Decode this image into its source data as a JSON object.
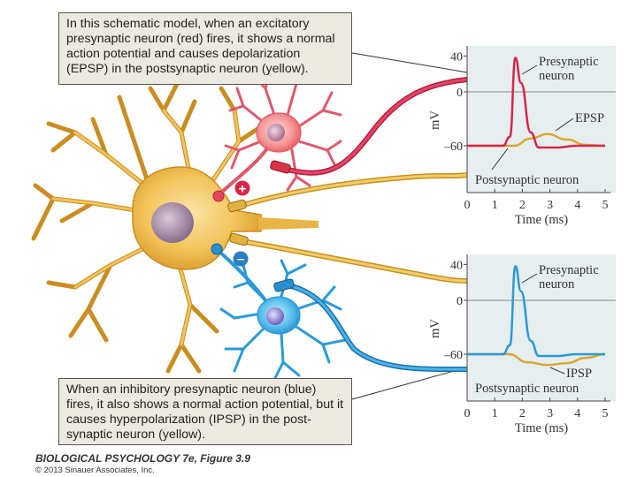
{
  "callouts": {
    "top": "In this schematic model, when an excitatory presynaptic neuron (red) fires, it shows a normal action potential and causes depolarization (EPSP) in the postsynaptic neuron (yellow).",
    "bottom": "When an inhibitory presynaptic neuron (blue) fires, it also shows a normal action potential, but it causes hyperpolarization (IPSP) in the post-synaptic neuron (yellow)."
  },
  "synapse_signs": {
    "excitatory": "+",
    "inhibitory": "–"
  },
  "plot_axes": {
    "y_ticks": [
      "40",
      "0",
      "–60"
    ],
    "y_label": "mV",
    "x_ticks": [
      "0",
      "1",
      "2",
      "3",
      "4",
      "5"
    ],
    "x_label": "Time (ms)"
  },
  "plots": {
    "top": {
      "presynaptic_label": [
        "Presynaptic",
        "neuron"
      ],
      "response_label": "EPSP",
      "postsynaptic_label": "Postsynaptic neuron"
    },
    "bottom": {
      "presynaptic_label": [
        "Presynaptic",
        "neuron"
      ],
      "response_label": "IPSP",
      "postsynaptic_label": "Postsynaptic neuron"
    }
  },
  "credit": {
    "title": "BIOLOGICAL PSYCHOLOGY 7e, Figure 3.9",
    "copyright": "© 2013 Sinauer Associates, Inc."
  },
  "colors": {
    "excitatory": "#d8254a",
    "inhibitory": "#2a9ad6",
    "postsynaptic": "#d9a730",
    "plot_bg": "#e7eef0",
    "callout_bg": "#ece9e0"
  }
}
